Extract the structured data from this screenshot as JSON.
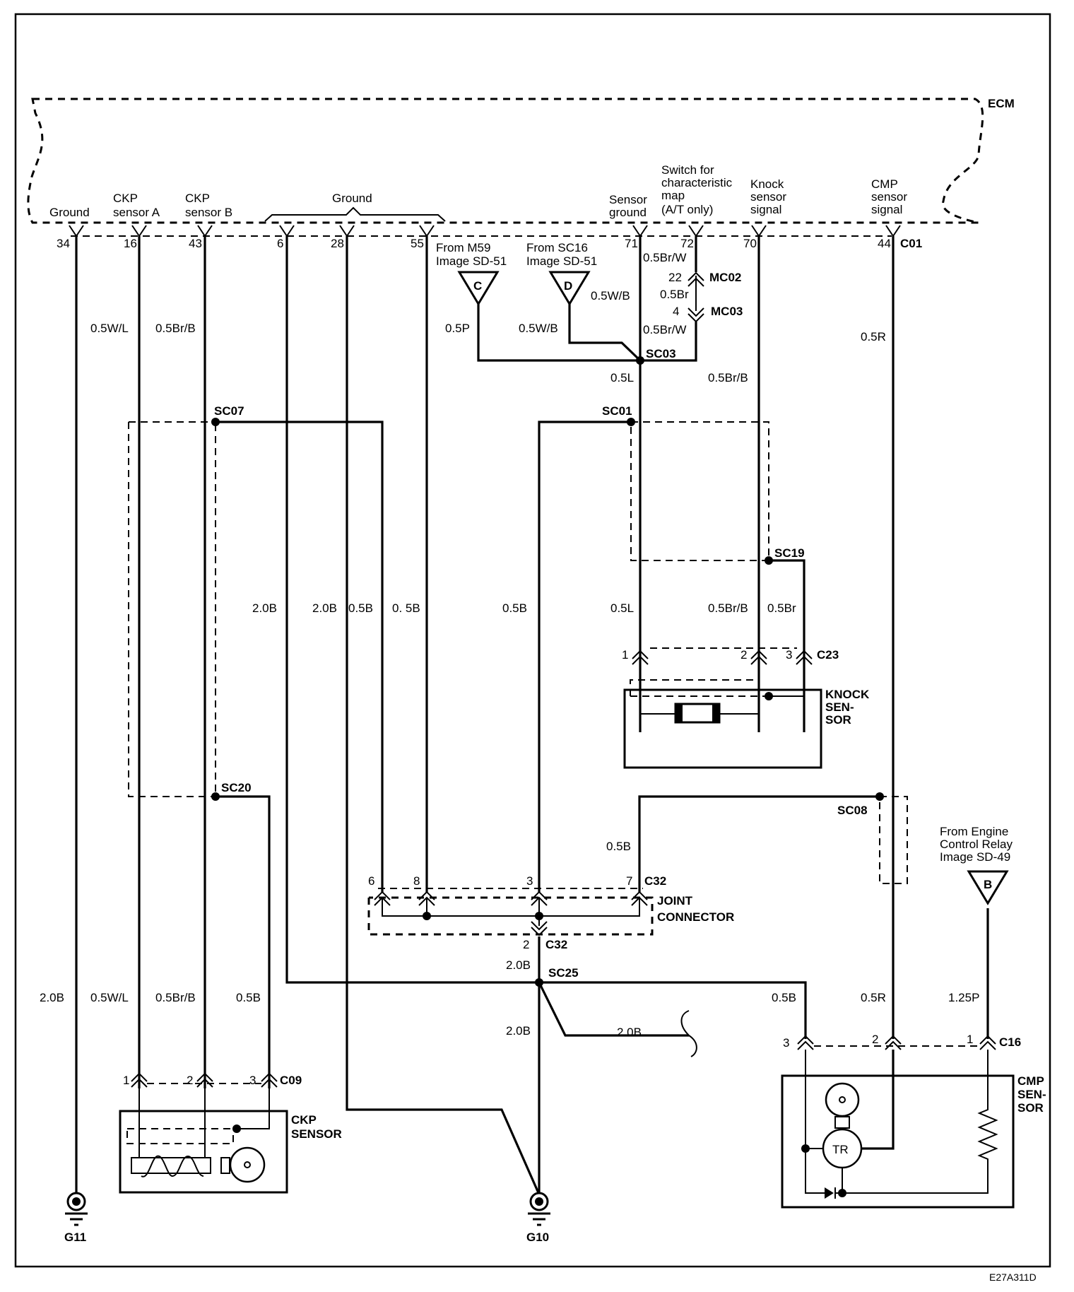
{
  "module": {
    "label": "ECM"
  },
  "ecm_pins": [
    {
      "pin": "34",
      "function": [
        "Ground"
      ]
    },
    {
      "pin": "16",
      "function": [
        "CKP",
        "sensor A"
      ]
    },
    {
      "pin": "43",
      "function": [
        "CKP",
        "sensor B"
      ]
    },
    {
      "pin": "6",
      "function": []
    },
    {
      "pin": "28",
      "function": []
    },
    {
      "pin": "55",
      "function": []
    },
    {
      "pin": "71",
      "function": [
        "Sensor",
        "ground"
      ]
    },
    {
      "pin": "72",
      "function": [
        "Switch for",
        "characteristic",
        "map",
        "(A/T only)"
      ]
    },
    {
      "pin": "70",
      "function": [
        "Knock",
        "sensor",
        "signal"
      ]
    },
    {
      "pin": "44",
      "function": [
        "CMP",
        "sensor",
        "signal"
      ]
    }
  ],
  "ground_group_label": "Ground",
  "ecm_connector": "C01",
  "wires": {
    "pin16_upper": "0.5W/L",
    "pin43_upper": "0.5Br/B",
    "pin6": "2.0B",
    "pin28": "2.0B",
    "sc07_to_jc6": "0.5B",
    "pin55": "0. 5B",
    "sc01_to_jc3": "0.5B",
    "from_c": "0.5P",
    "from_d": "0.5W/B",
    "from_d_right": "0.5W/B",
    "pin72_top": "0.5Br/W",
    "mc_between": "0.5Br",
    "pin72_bottom": "0.5Br/W",
    "sc03_down": "0.5L",
    "pin70": "0.5Br/B",
    "pin44": "0.5R",
    "knock_1": "0.5L",
    "knock_2": "0.5Br/B",
    "knock_3": "0.5Br",
    "sc08_to_jc7": "0.5B",
    "jc_to_sc25": "2.0B",
    "g11": "2.0B",
    "ckp_1": "0.5W/L",
    "ckp_2": "0.5Br/B",
    "ckp_3": "0.5B",
    "sc25_to_g10": "2.0B",
    "sc25_branch": "2.0B",
    "cmp_3": "0.5B",
    "cmp_2": "0.5R",
    "cmp_1": "1.25P"
  },
  "splices": {
    "sc03": "SC03",
    "sc07": "SC07",
    "sc01": "SC01",
    "sc19": "SC19",
    "sc20": "SC20",
    "sc08": "SC08",
    "sc25": "SC25"
  },
  "references": {
    "c": {
      "letter": "C",
      "line1": "From M59",
      "line2": "Image SD-51"
    },
    "d": {
      "letter": "D",
      "line1": "From SC16",
      "line2": "Image  SD-51"
    },
    "b": {
      "letter": "B",
      "line1": "From Engine",
      "line2": "Control Relay",
      "line3": "Image   SD-49"
    }
  },
  "inline_connectors": {
    "mc02": {
      "name": "MC02",
      "pin": "22"
    },
    "mc03": {
      "name": "MC03",
      "pin": "4"
    }
  },
  "joint_connector": {
    "name": "C32",
    "label1": "JOINT",
    "label2": "CONNECTOR",
    "pins": [
      "6",
      "8",
      "3",
      "7"
    ],
    "out_pin": "2",
    "out_name": "C32"
  },
  "knock_sensor": {
    "label": [
      "KNOCK",
      "SEN-",
      "SOR"
    ],
    "connector": "C23",
    "pins": [
      "1",
      "2",
      "3"
    ]
  },
  "ckp_sensor": {
    "label": [
      "CKP",
      "SENSOR"
    ],
    "connector": "C09",
    "pins": [
      "1",
      "2",
      "3"
    ]
  },
  "cmp_sensor": {
    "label": [
      "CMP",
      "SEN-",
      "SOR"
    ],
    "connector": "C16",
    "pins": [
      "3",
      "2",
      "1"
    ],
    "transistor": "TR"
  },
  "grounds": {
    "g11": "G11",
    "g10": "G10"
  },
  "figure_code": "E27A311D"
}
